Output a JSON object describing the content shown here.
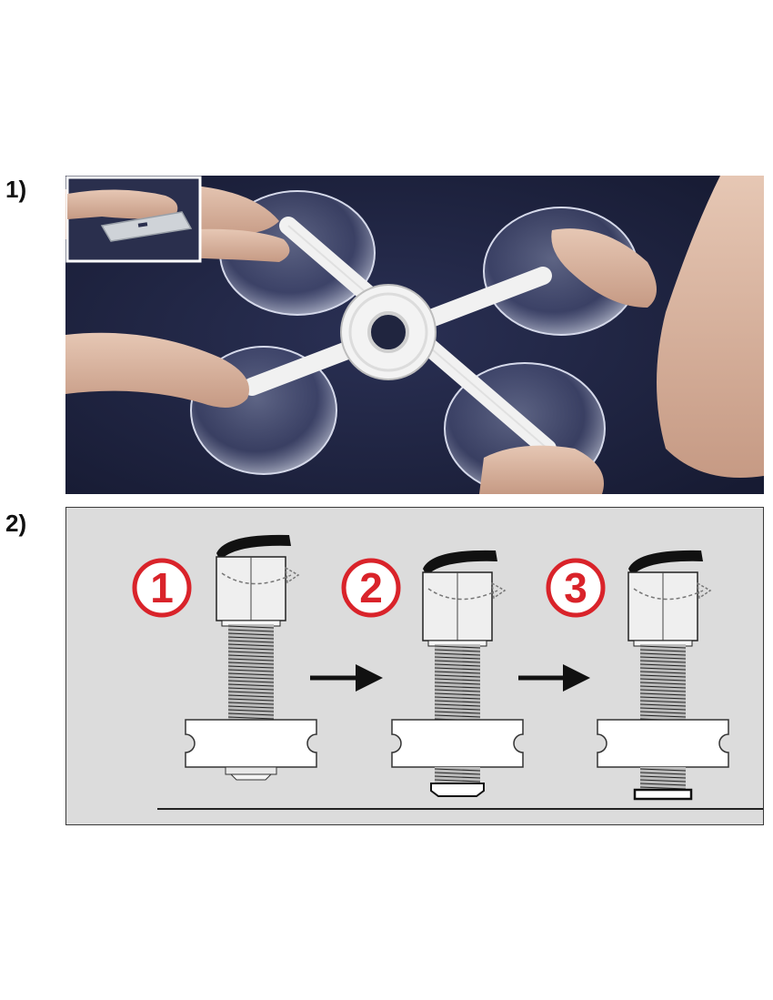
{
  "steps": [
    {
      "label": "1)"
    },
    {
      "label": "2)"
    }
  ],
  "diagram": {
    "stages": [
      {
        "number": "1"
      },
      {
        "number": "2"
      },
      {
        "number": "3"
      }
    ],
    "colors": {
      "circle_red": "#d9232a",
      "panel_bg": "#dcdcdc",
      "arrow": "#111111"
    }
  },
  "photo": {
    "colors": {
      "background": "#1e2340",
      "tool": "#f2f2f2",
      "skin": "#d9b8a4"
    },
    "icons": [
      "razor-blade-icon",
      "suction-cup-icon",
      "hand-icon"
    ]
  }
}
